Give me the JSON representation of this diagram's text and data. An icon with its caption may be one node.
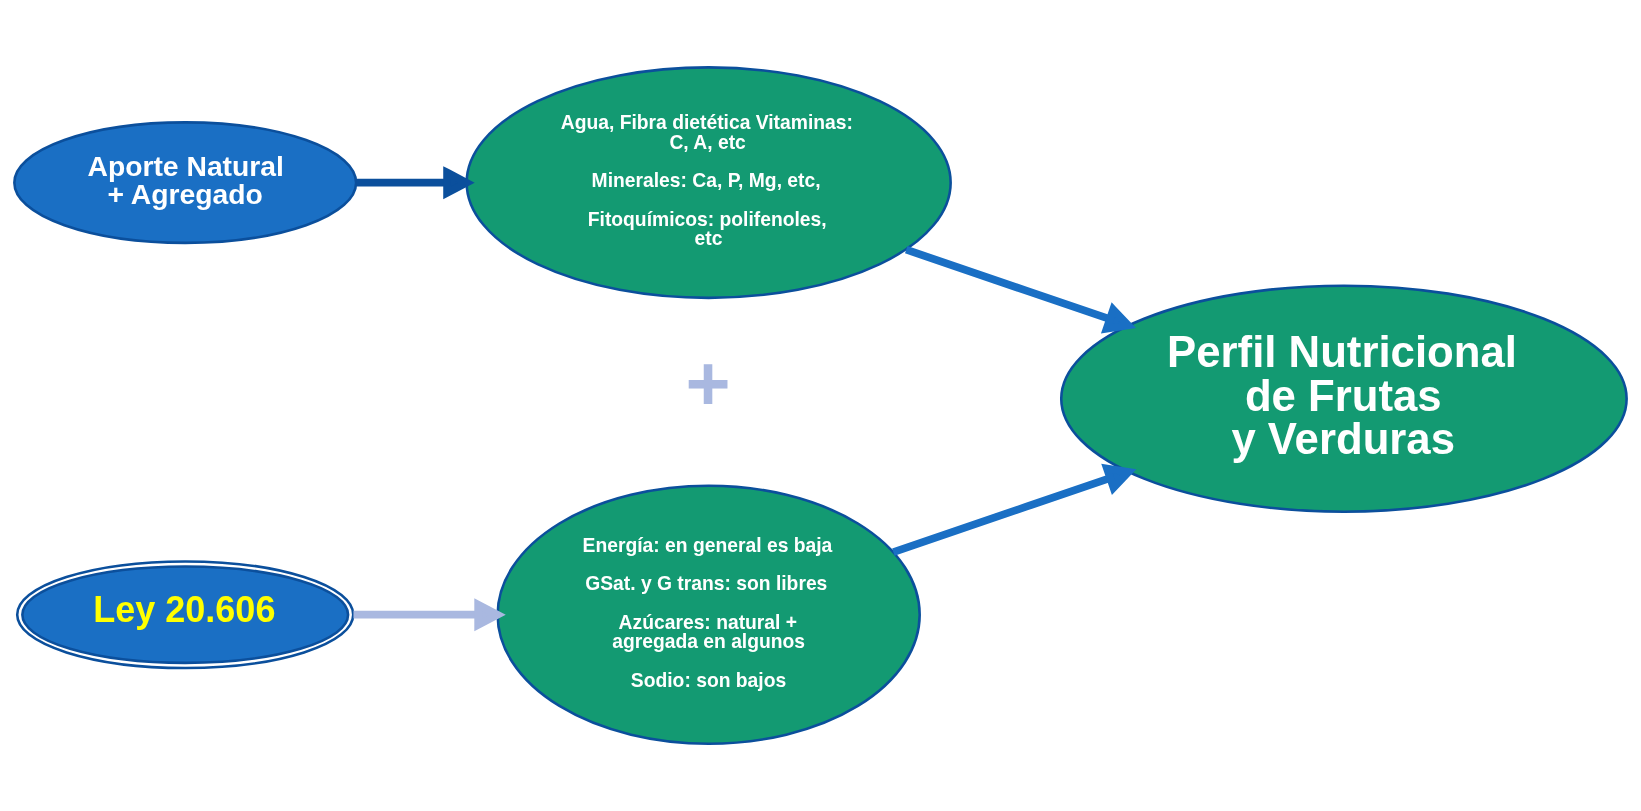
{
  "diagram": {
    "nodes": [
      {
        "text": [
          "Aporte Natural + Agregado"
        ]
      },
      {
        "text": [
          "Ley 20.606"
        ]
      },
      {
        "text": [
          "Agua, Fibra dietética Vitaminas: C, A, etc",
          "Minerales: Ca, P, Mg, etc,",
          "Fitoquímicos: polifenoles, etc"
        ]
      },
      {
        "text": [
          "Energía: en general es baja",
          "GSat. y G trans: son libres",
          "Azúcares: natural + agregada en algunos",
          "Sodio: son bajos"
        ]
      },
      {
        "text": [
          "Perfil Nutricional de Frutas y Verduras"
        ]
      }
    ],
    "edges": [
      {
        "from": 0,
        "to": 2,
        "arrow": "to",
        "color": "#0b4f9c"
      },
      {
        "from": 1,
        "to": 3,
        "arrow": "to",
        "color": "#a9b8e0"
      },
      {
        "from": 2,
        "to": 4,
        "arrow": "to"
      },
      {
        "from": 3,
        "to": 4,
        "arrow": "to"
      }
    ],
    "labels": [
      "+"
    ]
  }
}
